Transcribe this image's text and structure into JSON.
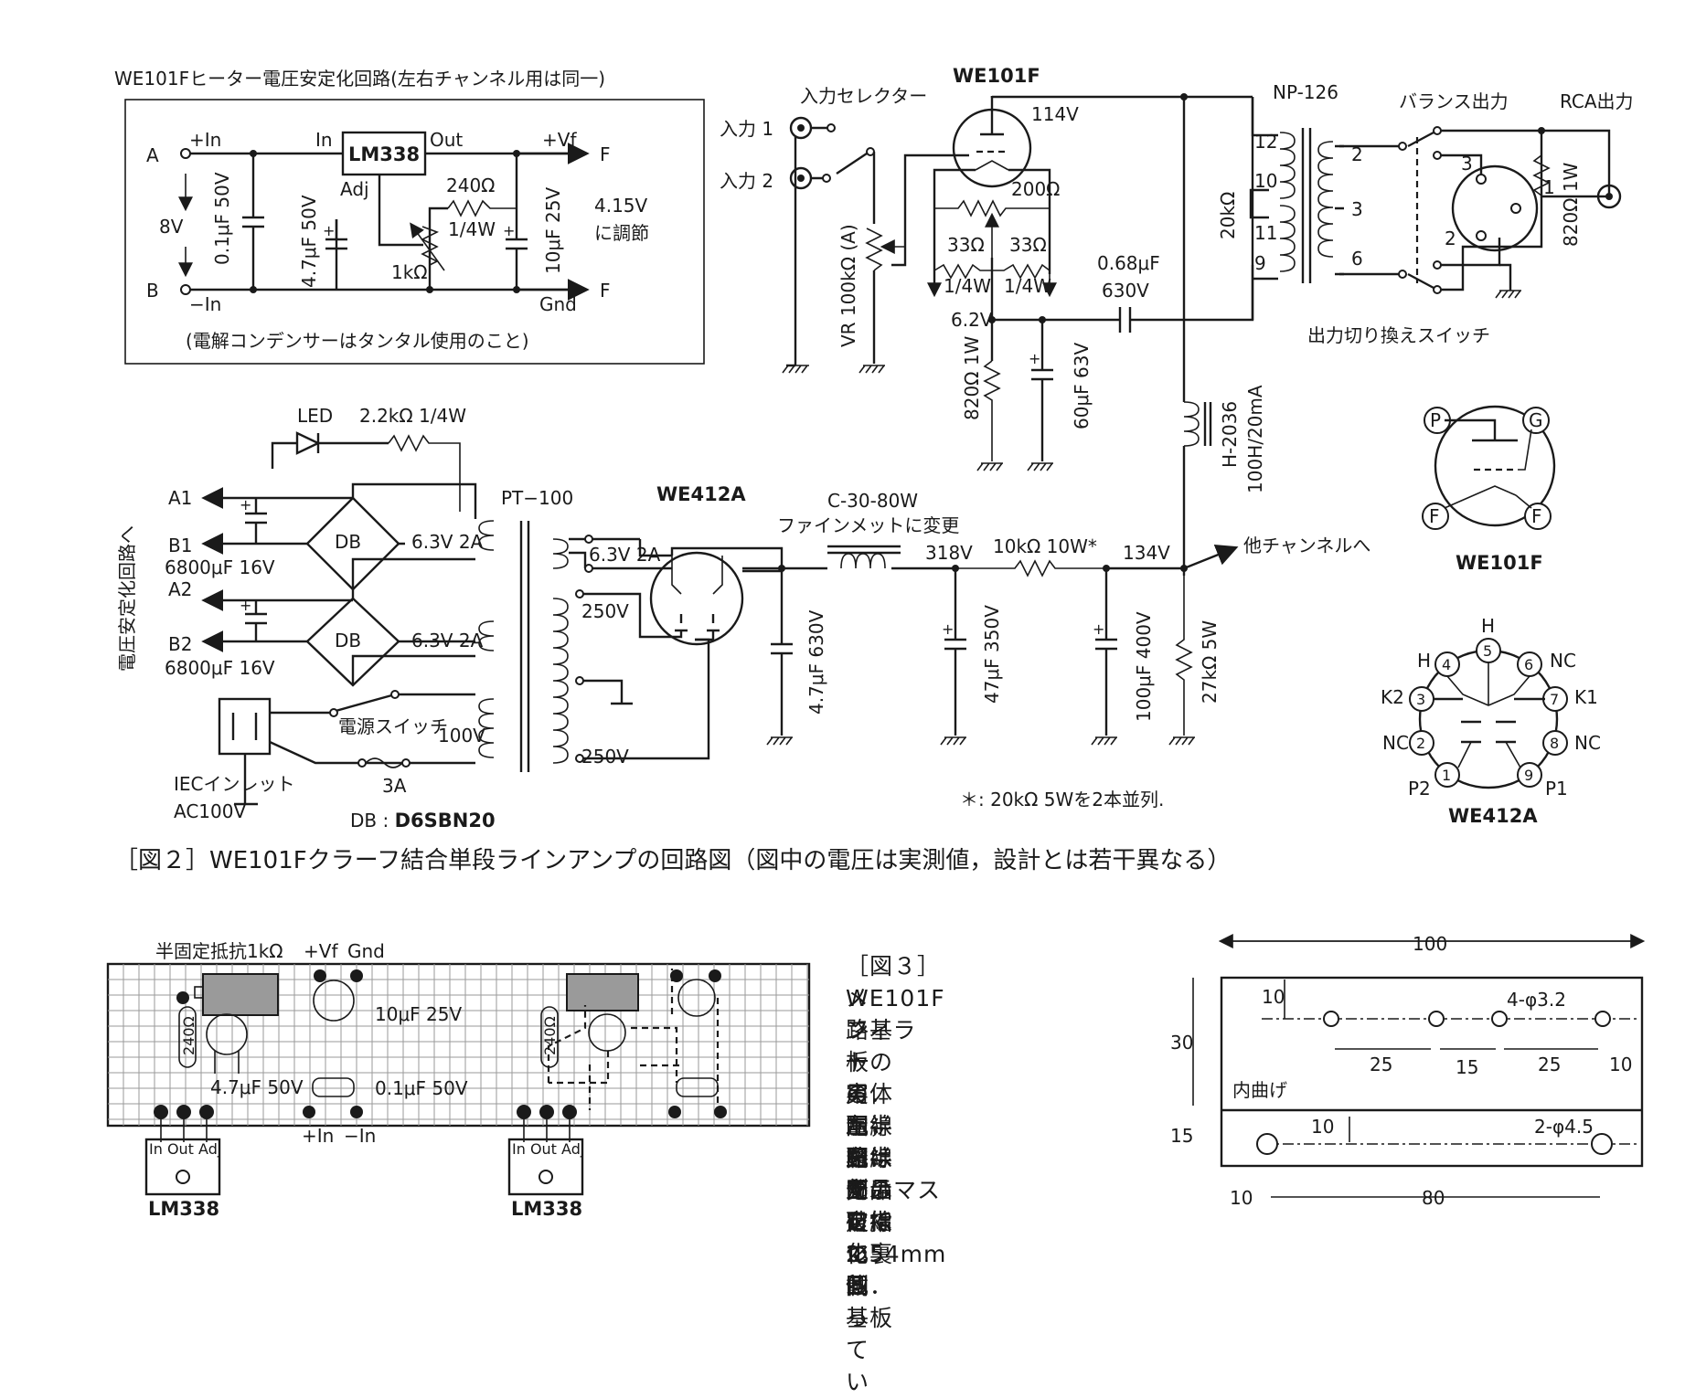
{
  "fig2": {
    "caption": "［図２］WE101Fクラーフ結合単段ラインアンプの回路図（図中の電圧は実測値，設計とは若干異なる）",
    "heater_box": {
      "title": "WE101Fヒーター電圧安定化回路(左右チャンネル用は同一)",
      "node_a": "A",
      "node_b": "B",
      "plus_in": "+In",
      "minus_in": "−In",
      "in_voltage": "8V",
      "cap_in": "0.1μF 50V",
      "reg_chip": "LM338",
      "pin_in": "In",
      "pin_out": "Out",
      "pin_adj": "Adj",
      "out_plus": "+Vf",
      "gnd": "Gnd",
      "node_f1": "F",
      "node_f2": "F",
      "cap_adj": "4.7μF 50V",
      "r_240": "240Ω",
      "r_240_w": "1/4W",
      "trim": "1kΩ",
      "cap_out": "10μF 25V",
      "adjust_note_1": "4.15V",
      "adjust_note_2": "に調節",
      "tantalum_note": "(電解コンデンサーはタンタル使用のこと)"
    },
    "input": {
      "selector": "入力セレクター",
      "in1": "入力 1",
      "in2": "入力 2",
      "vr": "VR 100kΩ (A)"
    },
    "tube101": {
      "name": "WE101F",
      "plate_v": "114V",
      "r_200": "200Ω",
      "r_33a": "33Ω",
      "r_33b": "33Ω",
      "w_a": "1/4W",
      "w_b": "1/4W",
      "cathode_v": "6.2V",
      "rk": "820Ω 1W",
      "ck": "60μF 63V",
      "cc": "0.68μF",
      "cc_v": "630V"
    },
    "output": {
      "transformer": "NP-126",
      "balanced": "バランス出力",
      "rca": "RCA出力",
      "tap12": "12",
      "tap10": "10",
      "tap11": "11",
      "tap9": "9",
      "sec2": "2",
      "sec3": "3",
      "sec6": "6",
      "xlr3": "3",
      "xlr1": "1",
      "xlr2": "2",
      "r20k": "20kΩ",
      "r820": "820Ω 1W",
      "switch": "出力切り換えスイッチ",
      "choke": "H-2036",
      "choke_spec": "100H/20mA"
    },
    "psu": {
      "led": "LED",
      "led_r": "2.2kΩ 1/4W",
      "a1": "A1",
      "b1": "B1",
      "a2": "A2",
      "b2": "B2",
      "cap1": "6800μF 16V",
      "cap2": "6800μF 16V",
      "db": "DB",
      "heater_w1": "6.3V 2A",
      "heater_w2": "6.3V 2A",
      "rect_heater": "6.3V 2A",
      "pt": "PT−100",
      "hv1": "250V",
      "hv2": "250V",
      "primary": "100V",
      "sw": "電源スイッチ",
      "fuse": "3A",
      "iec": "IECインレット",
      "ac": "AC100V",
      "db_part_label": "DB : ",
      "db_part": "D6SBN20",
      "side_label": "電圧安定化回路へ",
      "rect": "WE412A",
      "c1": "4.7μF 630V",
      "choke": "C-30-80W",
      "choke_note": "ファインメットに変更",
      "v318": "318V",
      "c2": "47μF 350V",
      "r10k": "10kΩ 10W*",
      "v134": "134V",
      "c3": "100μF 400V",
      "r27k": "27kΩ 5W",
      "other_ch": "他チャンネルへ",
      "footnote": "＊: 20kΩ 5Wを2本並列."
    },
    "pin101": {
      "name": "WE101F",
      "p": "P",
      "g": "G",
      "f1": "F",
      "f2": "F"
    },
    "pin412": {
      "name": "WE412A",
      "h_top": "H",
      "n5": "5",
      "h4": "H",
      "n4": "4",
      "n6": "6",
      "nc6": "NC",
      "k2": "K2",
      "n3": "3",
      "n7": "7",
      "k1": "K1",
      "nc2": "NC",
      "n2": "2",
      "n8": "8",
      "nc8": "NC",
      "p2": "P2",
      "n1": "1",
      "n9": "9",
      "p1": "P1"
    }
  },
  "fig3": {
    "trim_label": "半固定抵抗1kΩ",
    "vf": "+Vf",
    "gnd": "Gnd",
    "c10": "10μF 25V",
    "c47": "4.7μF 50V",
    "c01": "0.1μF 50V",
    "pin": "+In",
    "min": "−In",
    "r240a": "240Ω",
    "r240b": "240Ω",
    "chip_a": "LM338",
    "chip_b": "LM338",
    "pins_a": "In Out Adj",
    "pins_b": "In Out Adj",
    "caption": [
      "［図３］WE101Fフィラ",
      "メント用電圧安定化回",
      "路基板の実体配線図．同",
      "一の回路が２つ載ってい",
      "る．左半分は部品を指",
      "示，右半分は破線で裏側",
      "配線を示している．基板",
      "上のマス目は2.54mm"
    ]
  },
  "fig4": {
    "w100": "100",
    "h30": "30",
    "h15": "15",
    "d10a": "10",
    "d10b": "10",
    "holes_small": "4-φ3.2",
    "holes_big": "2-φ4.5",
    "s25a": "25",
    "s15": "15",
    "s25b": "25",
    "s10r": "10",
    "bend": "内曲げ",
    "b10": "10",
    "b80": "80"
  }
}
